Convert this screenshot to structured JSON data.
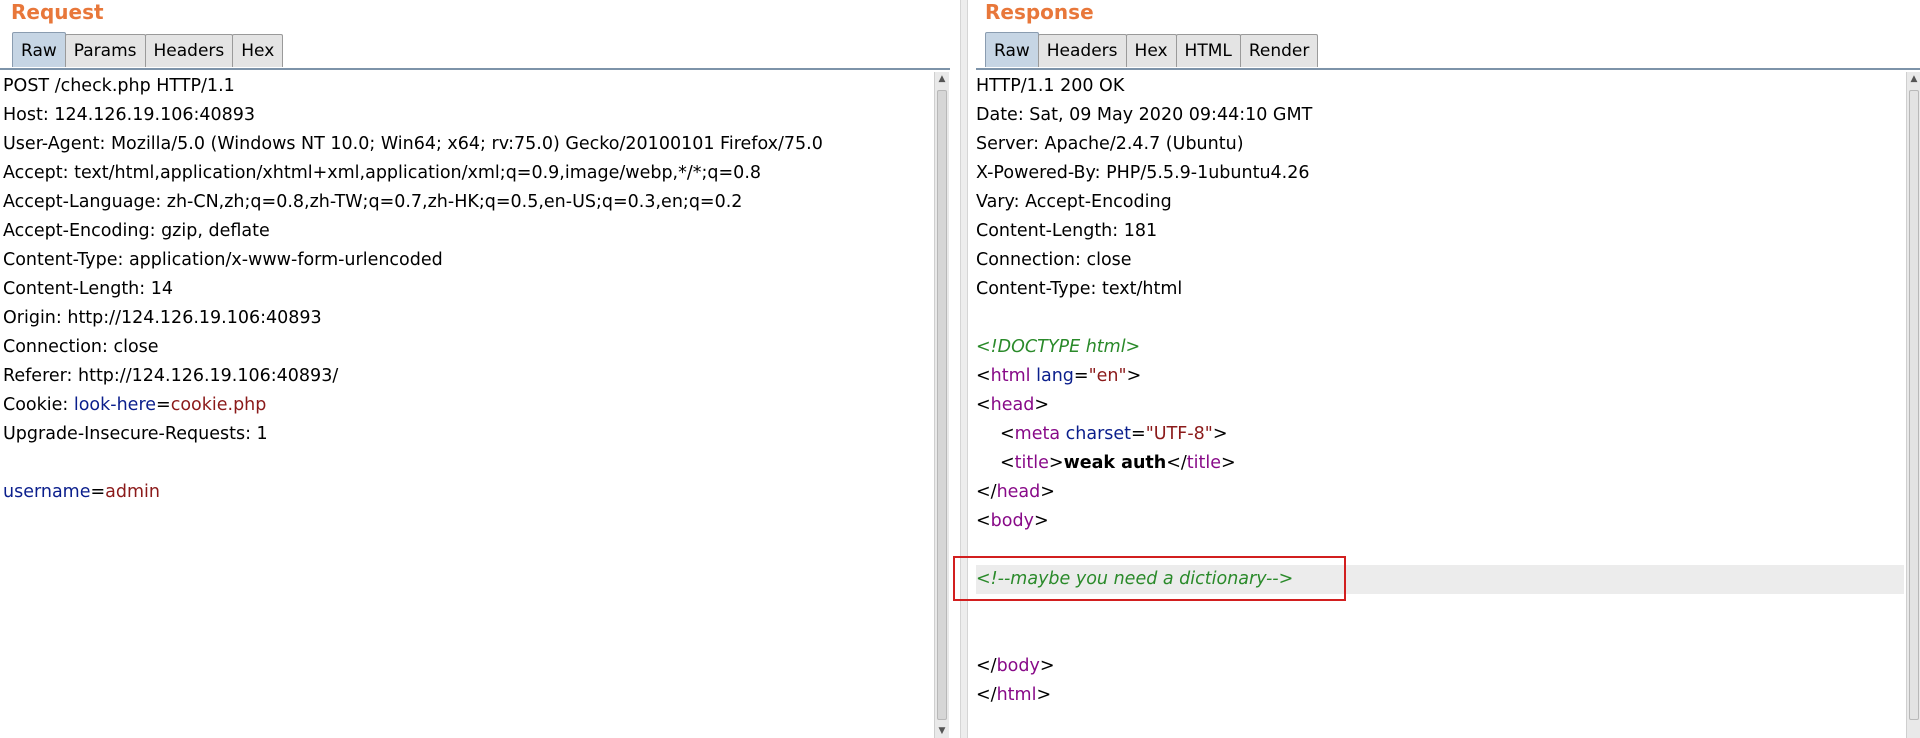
{
  "request": {
    "title": "Request",
    "tabs": [
      "Raw",
      "Params",
      "Headers",
      "Hex"
    ],
    "active_tab": "Raw",
    "lines": {
      "l0": "POST /check.php HTTP/1.1",
      "l1": "Host: 124.126.19.106:40893",
      "l2": "User-Agent: Mozilla/5.0 (Windows NT 10.0; Win64; x64; rv:75.0) Gecko/20100101 Firefox/75.0",
      "l3": "Accept: text/html,application/xhtml+xml,application/xml;q=0.9,image/webp,*/*;q=0.8",
      "l4": "Accept-Language: zh-CN,zh;q=0.8,zh-TW;q=0.7,zh-HK;q=0.5,en-US;q=0.3,en;q=0.2",
      "l5": "Accept-Encoding: gzip, deflate",
      "l6": "Content-Type: application/x-www-form-urlencoded",
      "l7": "Content-Length: 14",
      "l8": "Origin: http://124.126.19.106:40893",
      "l9": "Connection: close",
      "l10": "Referer: http://124.126.19.106:40893/",
      "l11_prefix": "Cookie: ",
      "l11_key": "look-here",
      "l11_eq": "=",
      "l11_val": "cookie.php",
      "l12": "Upgrade-Insecure-Requests: 1",
      "body_key": "username",
      "body_eq": "=",
      "body_val": "admin"
    }
  },
  "response": {
    "title": "Response",
    "tabs": [
      "Raw",
      "Headers",
      "Hex",
      "HTML",
      "Render"
    ],
    "active_tab": "Raw",
    "lines": {
      "h0": "HTTP/1.1 200 OK",
      "h1": "Date: Sat, 09 May 2020 09:44:10 GMT",
      "h2": "Server: Apache/2.4.7 (Ubuntu)",
      "h3": "X-Powered-By: PHP/5.5.9-1ubuntu4.26",
      "h4": "Vary: Accept-Encoding",
      "h5": "Content-Length: 181",
      "h6": "Connection: close",
      "h7": "Content-Type: text/html",
      "doctype": "<!DOCTYPE html>",
      "html_open_lt": "<",
      "html_tag": "html",
      "html_attr": "lang",
      "html_eq": "=",
      "html_val": "\"en\"",
      "html_gt": ">",
      "head_tag": "head",
      "meta_tag": "meta",
      "meta_attr": "charset",
      "meta_val": "\"UTF-8\"",
      "title_tag": "title",
      "title_text": "weak auth",
      "body_tag": "body",
      "comment": "<!--maybe you need a dictionary-->"
    }
  },
  "colors": {
    "title": "#e8773a",
    "highlight_box": "#d21f1f",
    "tag": "#880a88",
    "attr": "#0a1e8c",
    "string": "#8b1a1a",
    "comment": "#2a8a2a"
  }
}
